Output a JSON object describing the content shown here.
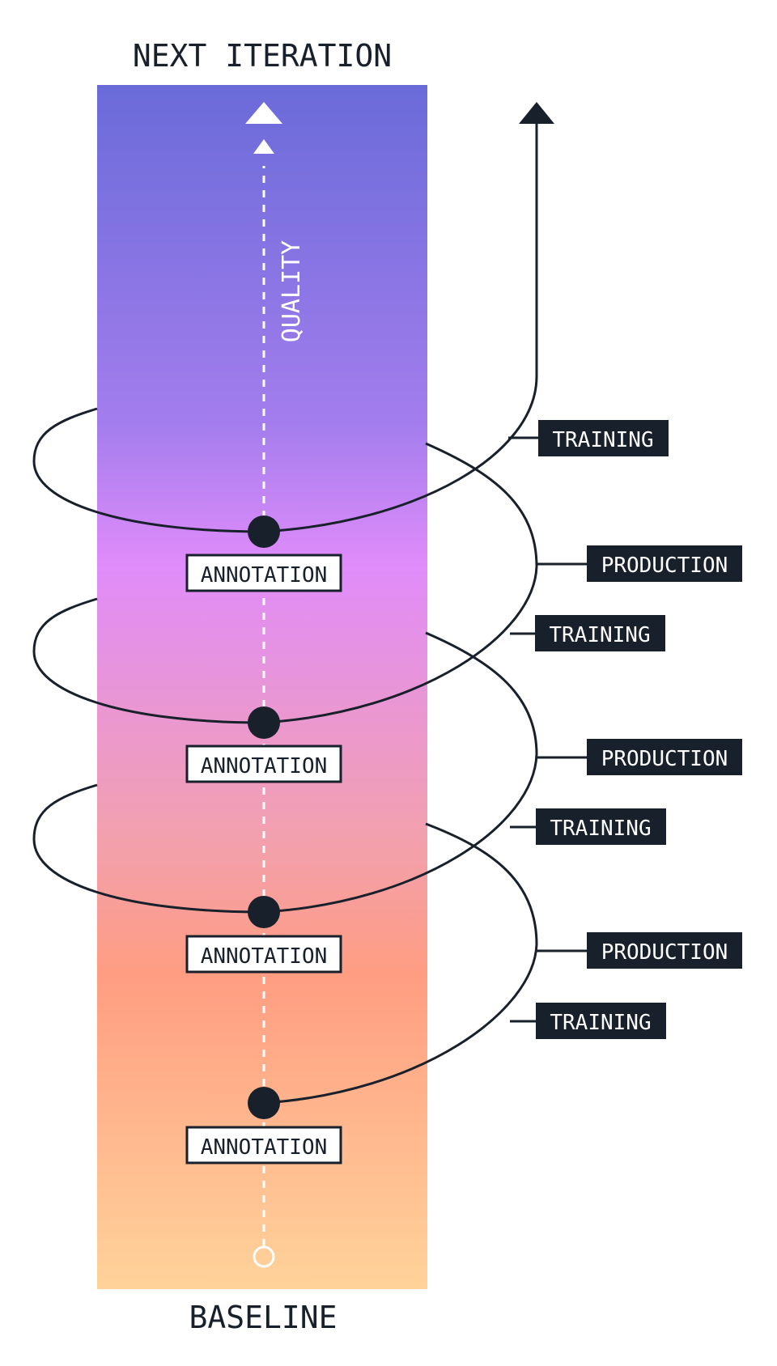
{
  "top_label": "NEXT ITERATION",
  "bottom_label": "BASELINE",
  "axis_label": "QUALITY",
  "colors": {
    "gradient_top": "#6a6bd9",
    "gradient_upper": "#a37ded",
    "gradient_mid": "#e08cfa",
    "gradient_lower": "#f2a0b0",
    "gradient_coral": "#ff9d82",
    "gradient_bottom": "#ffd39a",
    "ink": "#18202b",
    "box_fill": "#ffffff",
    "tag_fill": "#18202b",
    "tag_text": "#ffffff"
  },
  "annotation_labels": [
    "ANNOTATION",
    "ANNOTATION",
    "ANNOTATION",
    "ANNOTATION"
  ],
  "training_labels": [
    "TRAINING",
    "TRAINING",
    "TRAINING",
    "TRAINING"
  ],
  "production_labels": [
    "PRODUCTION",
    "PRODUCTION",
    "PRODUCTION"
  ]
}
